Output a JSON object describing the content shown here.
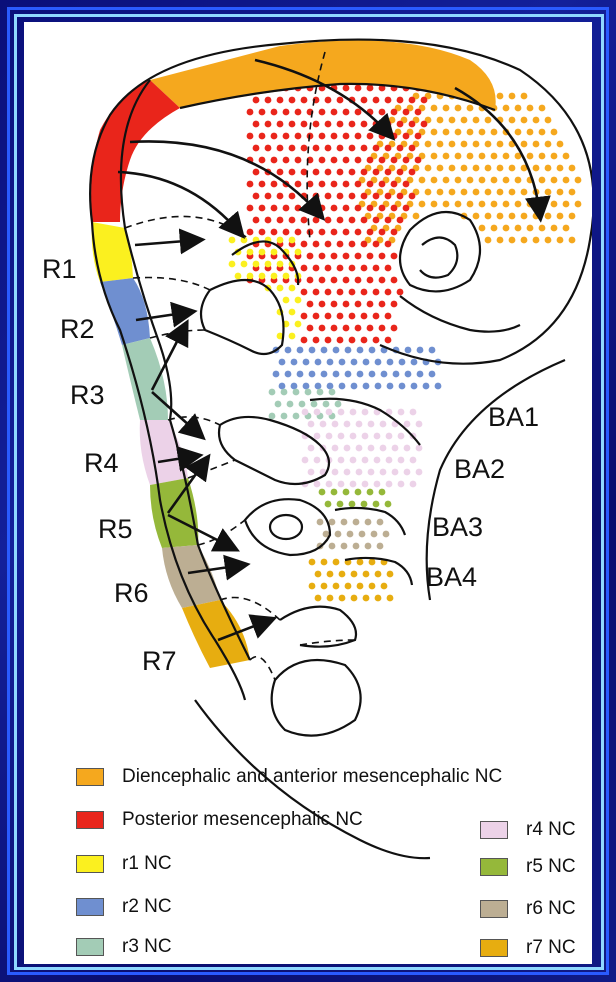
{
  "colors": {
    "diencephalic": "#f5a81e",
    "posterior_mes": "#e9251b",
    "r1": "#fbf01f",
    "r2": "#6f8fd0",
    "r3": "#a3ccb6",
    "r4": "#ecd2e8",
    "r5": "#95b83a",
    "r6": "#bcae93",
    "r7": "#e7ad10",
    "frame": "#0a0d6e",
    "border_outer": "#2a5bff",
    "border_inner": "#8fd8ff"
  },
  "rhombomere_labels": [
    "R1",
    "R2",
    "R3",
    "R4",
    "R5",
    "R6",
    "R7"
  ],
  "arch_labels": [
    "BA1",
    "BA2",
    "BA3",
    "BA4"
  ],
  "legend": {
    "left": [
      {
        "label": "Diencephalic and anterior mesencephalic NC",
        "color": "#f5a81e"
      },
      {
        "label": "Posterior mesencephalic NC",
        "color": "#e9251b"
      },
      {
        "label": "r1 NC",
        "color": "#fbf01f"
      },
      {
        "label": "r2 NC",
        "color": "#6f8fd0"
      },
      {
        "label": "r3 NC",
        "color": "#a3ccb6"
      }
    ],
    "right": [
      {
        "label": "r4 NC",
        "color": "#ecd2e8"
      },
      {
        "label": "r5 NC",
        "color": "#95b83a"
      },
      {
        "label": "r6 NC",
        "color": "#bcae93"
      },
      {
        "label": "r7 NC",
        "color": "#e7ad10"
      }
    ]
  }
}
